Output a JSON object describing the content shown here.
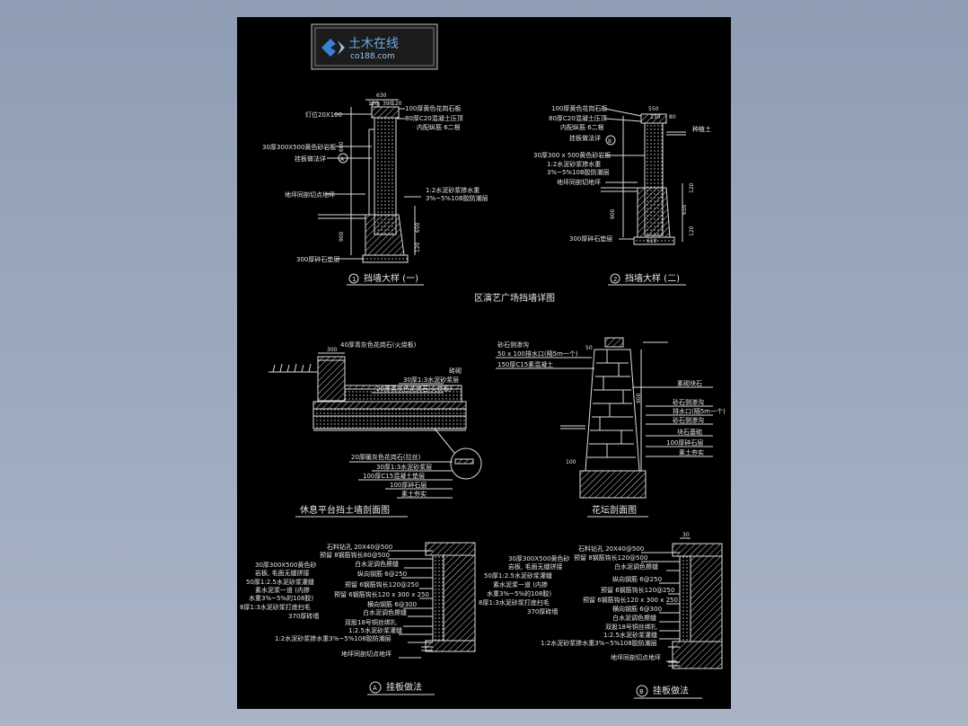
{
  "logo": {
    "brand": "土木在线",
    "site": "co188.com"
  },
  "sheet_title": "区演艺广场挡墙详图",
  "detail1": {
    "title": "挡墙大样 (一)",
    "number": "1",
    "dims": [
      "630",
      "120",
      "390",
      "120",
      "600",
      "900",
      "650",
      "120"
    ],
    "labels": [
      "灯位20X100",
      "100厚黄色花岗石板",
      "80厚C20混凝土压顶",
      "内配纵筋 6二根",
      "30厚300X500黄色砂岩板",
      "挂板做法详",
      "1:2水泥砂浆掺水重",
      "3%~5%10B胶防潮层",
      "地坪同剖切点地坪",
      "300厚碎石垫层"
    ],
    "callout": "A"
  },
  "detail2": {
    "title": "挡墙大样 (二)",
    "number": "2",
    "dims": [
      "550",
      "130",
      "80",
      "610",
      "900",
      "650",
      "120",
      "120"
    ],
    "labels": [
      "100厚黄色花岗石板",
      "80厚C20混凝土压顶",
      "内配纵筋 6二根",
      "挂板做法详",
      "30厚300 x 500黄色砂岩板",
      "1:2水泥砂浆掺水重",
      "3%~5%10B胶防潮层",
      "地坪同剖切地坪",
      "300厚碎石垫层",
      "种植土"
    ],
    "callout": "B"
  },
  "detail3": {
    "title": "休息平台挡土墙剖面图",
    "dims": [
      "300"
    ],
    "labels": [
      "40厚青灰色花岗石(火烧板)",
      "砖砌",
      "30厚1:3水泥砂浆层",
      "20厚青灰色花岗石(火烧板)",
      "20厚暖灰色花岗石(拉丝)",
      "30厚1:3水泥砂浆层",
      "100厚C15混凝土垫层",
      "100厚碎石层",
      "素土夯实"
    ]
  },
  "detail4": {
    "title": "花坛剖面图",
    "dims": [
      "50",
      "900",
      "100"
    ],
    "labels": [
      "砂石侧渗沟",
      "50 x 100排水口(隔5m一个)",
      "150厚C15素混凝土",
      "素砌块石",
      "砂石侧渗沟",
      "排水口(隔5m一个)",
      "砂石侧渗沟",
      "块石基础",
      "100厚碎石层",
      "素土夯实"
    ]
  },
  "detailA": {
    "title": "挂板做法",
    "callout": "A",
    "labels": [
      "石料钻孔  20X40@500",
      "预留  8钢筋钩长80@500",
      "30厚300X500黄色砂",
      "岩板, 毛面无缝拼接",
      "50厚1:2.5水泥砂浆灌缝",
      "素水泥浆一道 (内掺",
      "水重3%~5%的108胶)",
      "8厚1:3水泥砂浆打底扫毛",
      "370厚砖墙",
      "白水泥调色擦缝",
      "纵向钢筋  6@250",
      "预留  6钢筋钩长120@250",
      "预留  6钢筋钩长120 x 300 x 250",
      "横向钢筋  6@300",
      "白水泥调色擦缝",
      "双股18号铜丝绑扎",
      "1:2.5水泥砂浆灌缝",
      "1:2水泥砂浆掺水重3%~5%108胶防潮层",
      "地坪同剖切点地坪"
    ]
  },
  "detailB": {
    "title": "挂板做法",
    "callout": "B",
    "dims": [
      "30"
    ],
    "labels": [
      "石料钻孔  20X40@500",
      "预留  8钢筋钩长120@500",
      "30厚300X500黄色砂",
      "岩板, 毛面无缝拼接",
      "白水泥调色擦缝",
      "50厚1:2.5水泥砂浆灌缝",
      "素水泥浆一道 (内掺",
      "水重3%~5%的108胶)",
      "纵向钢筋  6@250",
      "预留  6钢筋钩长120@250",
      "8厚1:3水泥砂浆打底扫毛",
      "预留  6钢筋钩长120 x 300 x 250",
      "370厚砖墙",
      "横向钢筋  6@300",
      "白水泥调色擦缝",
      "双股18号铜丝绑扎",
      "1:2.5水泥砂浆灌缝",
      "1:2水泥砂浆掺水重3%~5%108胶防潮层",
      "地坪同剖切点地坪"
    ]
  }
}
